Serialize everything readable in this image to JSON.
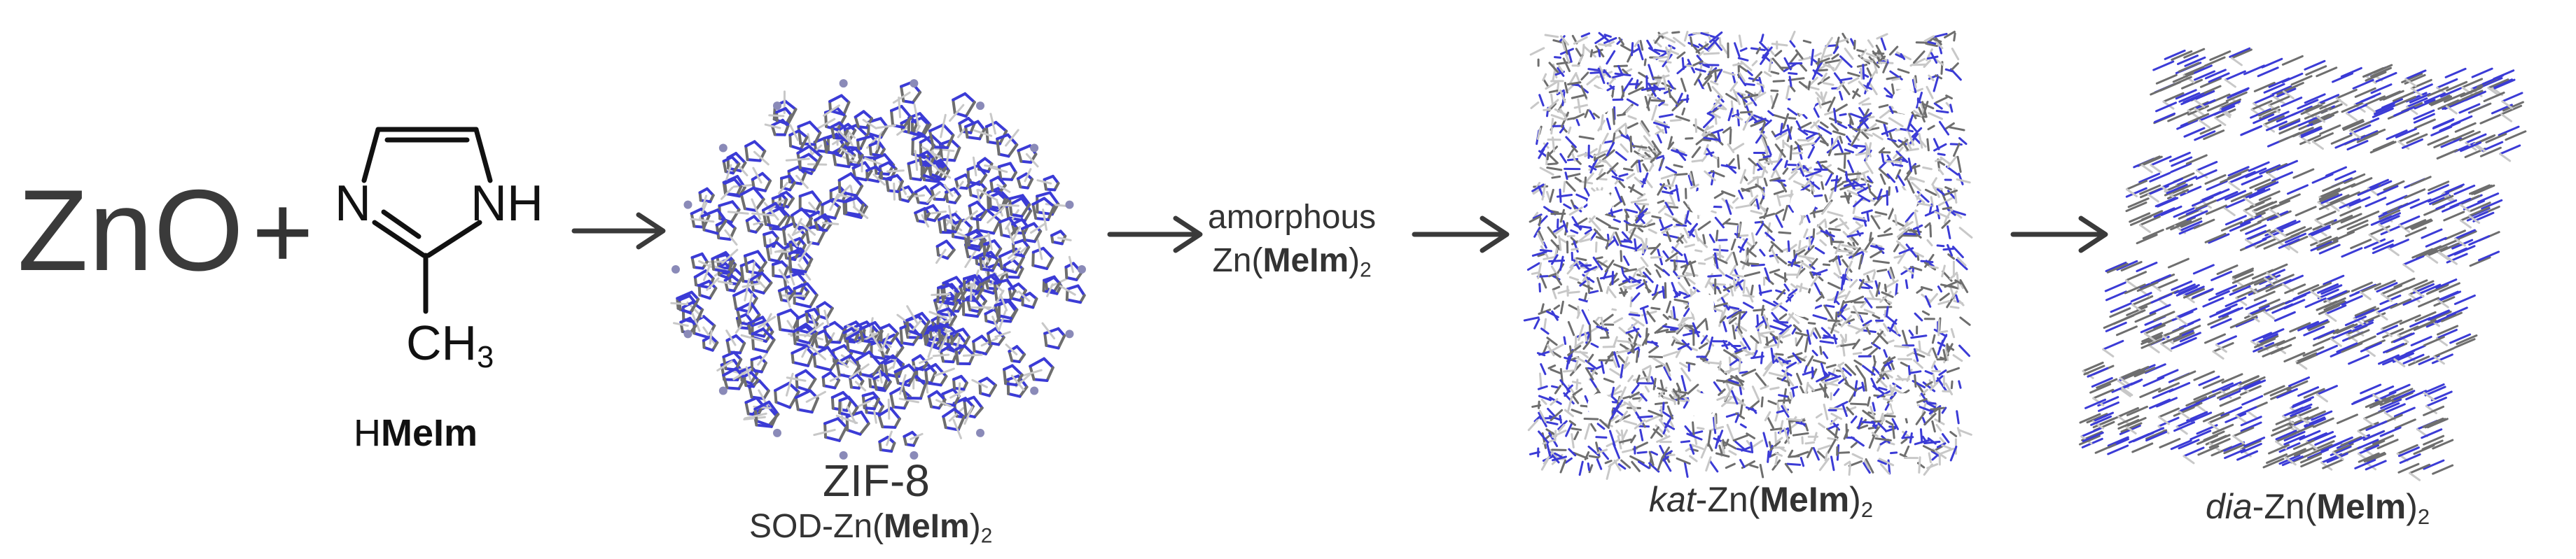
{
  "reactants": {
    "zno": "ZnO",
    "plus": "+",
    "imidazole_n": "N",
    "imidazole_nh": "NH",
    "methyl_ch": "CH",
    "methyl_sub": "3",
    "ligand_label_prefix": "H",
    "ligand_label_bold": "MeIm"
  },
  "products": {
    "zif8": {
      "title": "ZIF-8",
      "sub_prefix": "SOD-Zn(",
      "sub_bold": "MeIm",
      "sub_close": ")",
      "sub_index": "2"
    },
    "amorphous": {
      "line1": "amorphous",
      "line2_prefix": "Zn(",
      "line2_bold": "MeIm",
      "line2_close": ")",
      "line2_index": "2"
    },
    "kat": {
      "italic": "kat",
      "prefix": "-Zn(",
      "bold": "MeIm",
      "close": ")",
      "index": "2"
    },
    "dia": {
      "italic": "dia",
      "prefix": "-Zn(",
      "bold": "MeIm",
      "close": ")",
      "index": "2"
    }
  },
  "colors": {
    "text": "#333333",
    "arrow": "#3a3a3a",
    "nitrogen": "#3b3bd6",
    "carbon": "#6e6e6e",
    "hydrogen": "#c8c8c8",
    "zinc": "#8a8ab8"
  }
}
